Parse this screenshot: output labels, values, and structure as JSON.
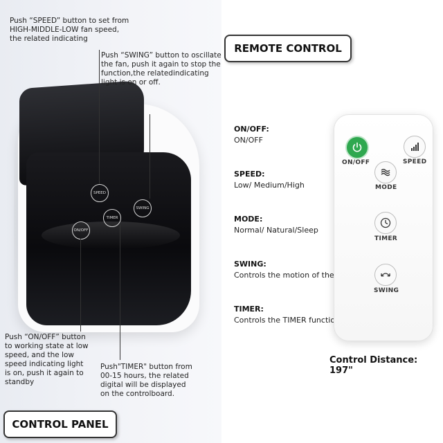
{
  "panel": {
    "note_speed": [
      "Push “SPEED” button to set from",
      "HIGH-MIDDLE-LOW fan speed,",
      "the related indicating"
    ],
    "note_swing": [
      "Push “SWING” button to oscillate",
      "the fan, push it again to stop the",
      "function,the relatedindicating",
      "light is on or off."
    ],
    "note_onoff": [
      "Push “ON/OFF” button",
      "to working state at low",
      "speed, and the low",
      "speed indicating light",
      "is on, push it again to",
      "standby"
    ],
    "note_timer": [
      "Push\"TIMER\" button from",
      "00-15 hours, the related",
      "digital will be displayed",
      "on the controlboard."
    ],
    "buttons": {
      "speed": "SPEED",
      "onoff": "ON/OFF",
      "timer": "TIMER",
      "swing": "SWING"
    },
    "title": "CONTROL PANEL"
  },
  "remote": {
    "title": "REMOTE CONTROL",
    "buttons": {
      "onoff": "ON/OFF",
      "speed": "SPEED",
      "mode": "MODE",
      "timer": "TIMER",
      "swing": "SWING"
    },
    "functions": [
      {
        "title": "ON/OFF:",
        "desc": "ON/OFF"
      },
      {
        "title": "SPEED:",
        "desc": "Low/ Medium/High"
      },
      {
        "title": "MODE:",
        "desc": "Normal/ Natural/Sleep"
      },
      {
        "title": "SWING:",
        "desc": "Controls the motion of the air circle"
      },
      {
        "title": "TIMER:",
        "desc": "Controls the TIMER function"
      }
    ],
    "distance": "Control Distance: 197\""
  },
  "colors": {
    "power_green": "#2fa84f",
    "panel_black": "#0d0d10"
  }
}
